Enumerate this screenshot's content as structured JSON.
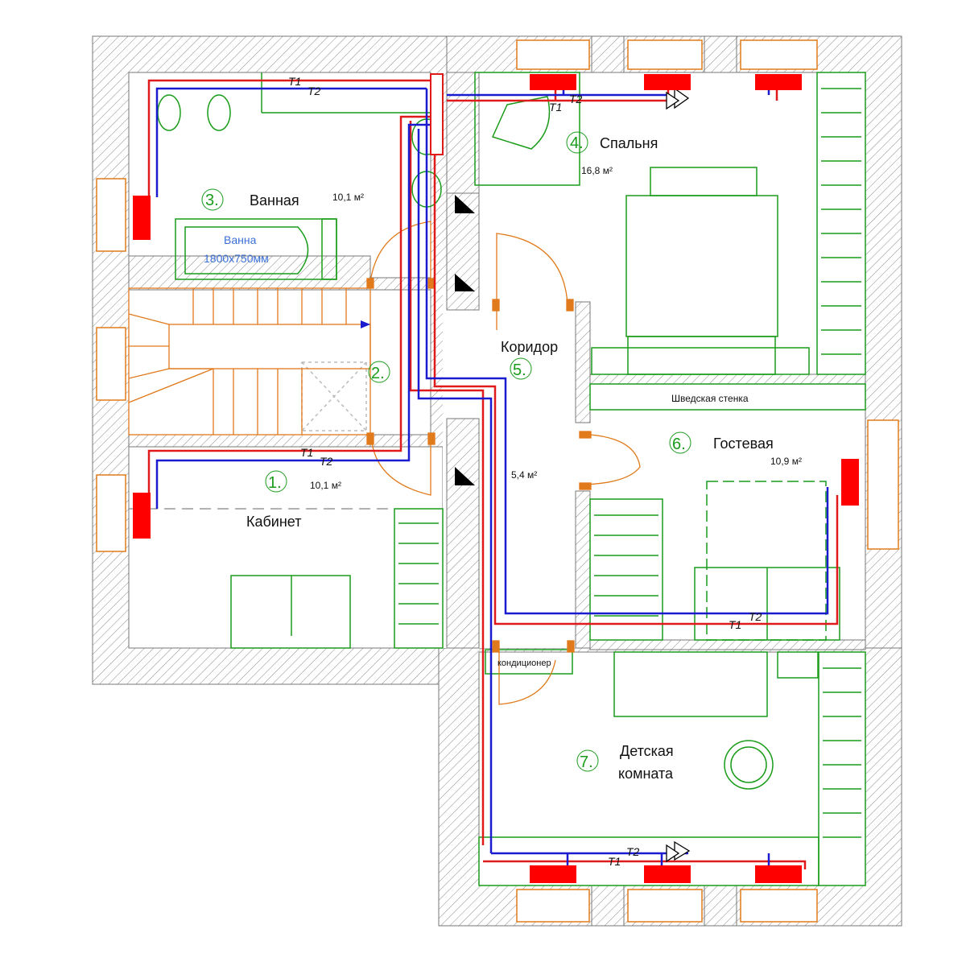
{
  "colors": {
    "supply": "#e01a1a",
    "return": "#1a1ad0",
    "furniture": "#1a9c1a",
    "doors": "#e07a1a",
    "wall_hatch": "#8a8a8a",
    "radiator": "#ff0000"
  },
  "rooms": [
    {
      "id": "r1",
      "num": "1.",
      "name": "Кабинет",
      "area": "10,1 м²"
    },
    {
      "id": "r2",
      "num": "2."
    },
    {
      "id": "r3",
      "num": "3.",
      "name": "Ванная",
      "area": "10,1 м²"
    },
    {
      "id": "r4",
      "num": "4.",
      "name": "Спальня",
      "area": "16,8 м²"
    },
    {
      "id": "r5",
      "num": "5.",
      "name": "Коридор",
      "area": "5,4 м²"
    },
    {
      "id": "r6",
      "num": "6.",
      "name": "Гостевая",
      "area": "10,9 м²"
    },
    {
      "id": "r7",
      "num": "7.",
      "name_line1": "Детская",
      "name_line2": "комната"
    }
  ],
  "bath": {
    "line1": "Ванна",
    "line2": "1800х750мм"
  },
  "labels": {
    "wall_bars": "Шведская стенка",
    "ac": "кондиционер",
    "t1": "T1",
    "t2": "T2"
  }
}
